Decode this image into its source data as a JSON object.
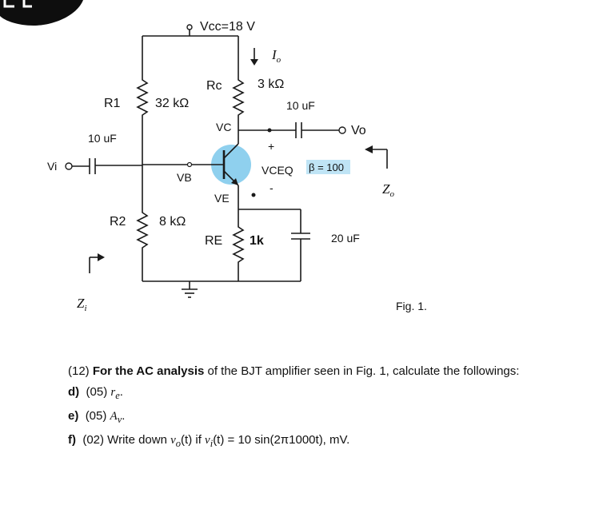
{
  "circuit": {
    "vcc": "Vcc=18 V",
    "io": "I",
    "io_sub": "o",
    "rc_name": "Rc",
    "rc_value": "3 kΩ",
    "r1_name": "R1",
    "r1_value": "32 kΩ",
    "cout_value": "10 uF",
    "vc": "VC",
    "vo": "Vo",
    "cin_value": "10 uF",
    "vi": "Vi",
    "vb": "VB",
    "vceq": "VCEQ",
    "plus": "+",
    "minus": "-",
    "beta": "β = 100",
    "zo": "Z",
    "zo_sub": "o",
    "ve": "VE",
    "r2_name": "R2",
    "r2_value": "8 kΩ",
    "re_name": "RE",
    "re_value": "1k",
    "ce_value": "20 uF",
    "zi": "Z",
    "zi_sub": "i",
    "fig": "Fig. 1.",
    "accent_color": "#8fd0ee",
    "beta_box_color": "#bfe4f5"
  },
  "question": {
    "line1_prefix": "(12) ",
    "line1_bold": "For the AC analysis",
    "line1_rest": " of the BJT amplifier seen in Fig. 1, calculate the followings:",
    "d_label": "d)",
    "d_text": "(05) ",
    "d_sym": "r",
    "d_sub": "e",
    "d_end": ".",
    "e_label": "e)",
    "e_text": "(05) ",
    "e_sym": "A",
    "e_sub": "v",
    "e_end": ".",
    "f_label": "f)",
    "f_text": "(02) Write down ",
    "f_expr": "v",
    "f_sub1": "o",
    "f_mid": "(t) if ",
    "f_expr2": "v",
    "f_sub2": "i",
    "f_tail": "(t) = 10 sin(2π1000t), mV."
  }
}
